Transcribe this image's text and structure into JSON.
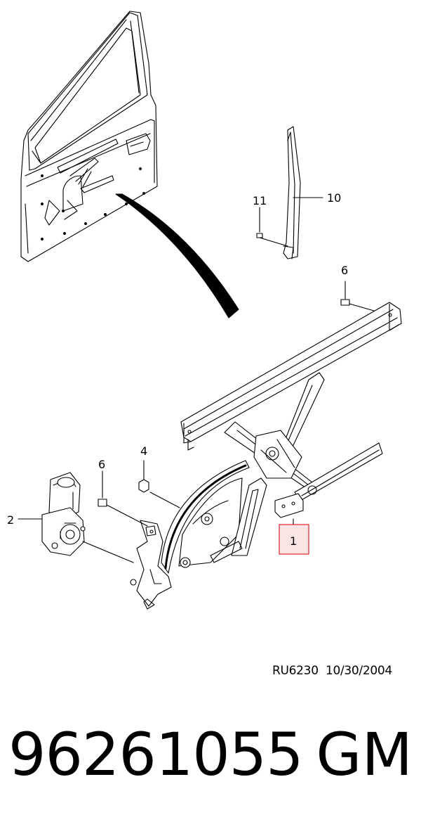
{
  "callouts": {
    "c1": "1",
    "c2": "2",
    "c4": "4",
    "c6a": "6",
    "c6b": "6",
    "c10": "10",
    "c11": "11"
  },
  "reference": {
    "code": "RU6230",
    "date": "10/30/2004"
  },
  "footer": {
    "part_number": "96261055",
    "brand": "GM"
  },
  "colors": {
    "highlight_box": "#d9262b",
    "highlight_fill": "#fbe4e4",
    "line": "#000000"
  }
}
